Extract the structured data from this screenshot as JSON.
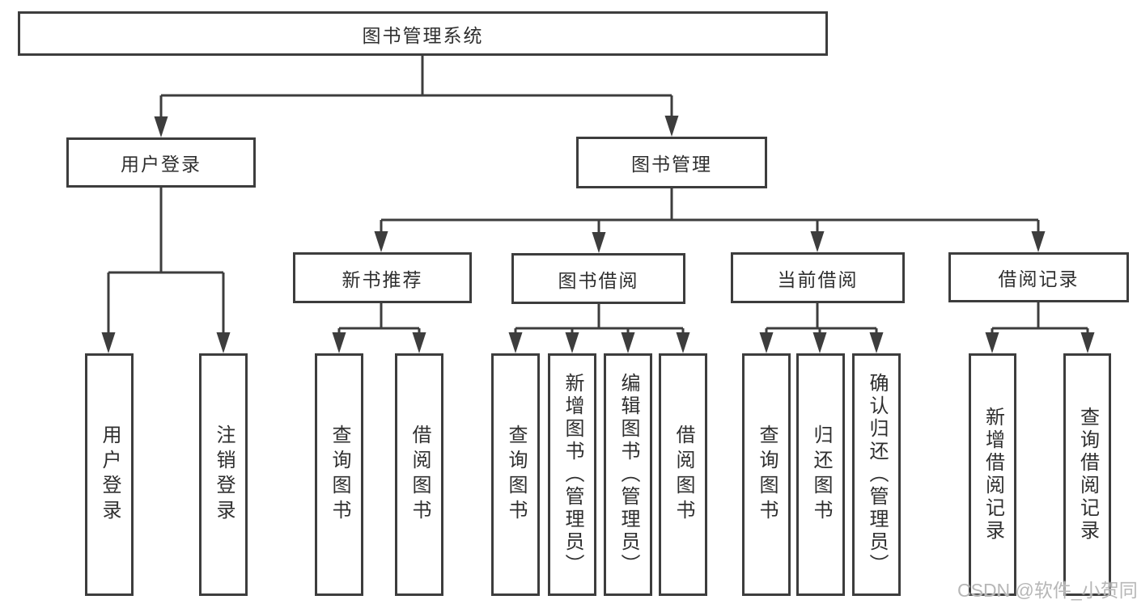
{
  "diagram_title": "图书管理系统",
  "colors": {
    "background": "#ffffff",
    "line": "#3d3d3d",
    "box_border": "#3d3d3d",
    "text": "#2f2f2f",
    "watermark": "#b7b7b7"
  },
  "tree": {
    "label": "图书管理系统",
    "children": [
      {
        "label": "用户登录",
        "children": [
          {
            "label": "用户登录"
          },
          {
            "label": "注销登录"
          }
        ]
      },
      {
        "label": "图书管理",
        "children": [
          {
            "label": "新书推荐",
            "children": [
              {
                "label": "查询图书"
              },
              {
                "label": "借阅图书"
              }
            ]
          },
          {
            "label": "图书借阅",
            "children": [
              {
                "label": "查询图书"
              },
              {
                "label": "新增图书（管理员）"
              },
              {
                "label": "编辑图书（管理员）"
              },
              {
                "label": "借阅图书"
              }
            ]
          },
          {
            "label": "当前借阅",
            "children": [
              {
                "label": "查询图书"
              },
              {
                "label": "归还图书"
              },
              {
                "label": "确认归还（管理员）"
              }
            ]
          },
          {
            "label": "借阅记录",
            "children": [
              {
                "label": "新增借阅记录"
              },
              {
                "label": "查询借阅记录"
              }
            ]
          }
        ]
      }
    ]
  },
  "watermark": {
    "text": "CSDN @软件_小贺同学"
  }
}
